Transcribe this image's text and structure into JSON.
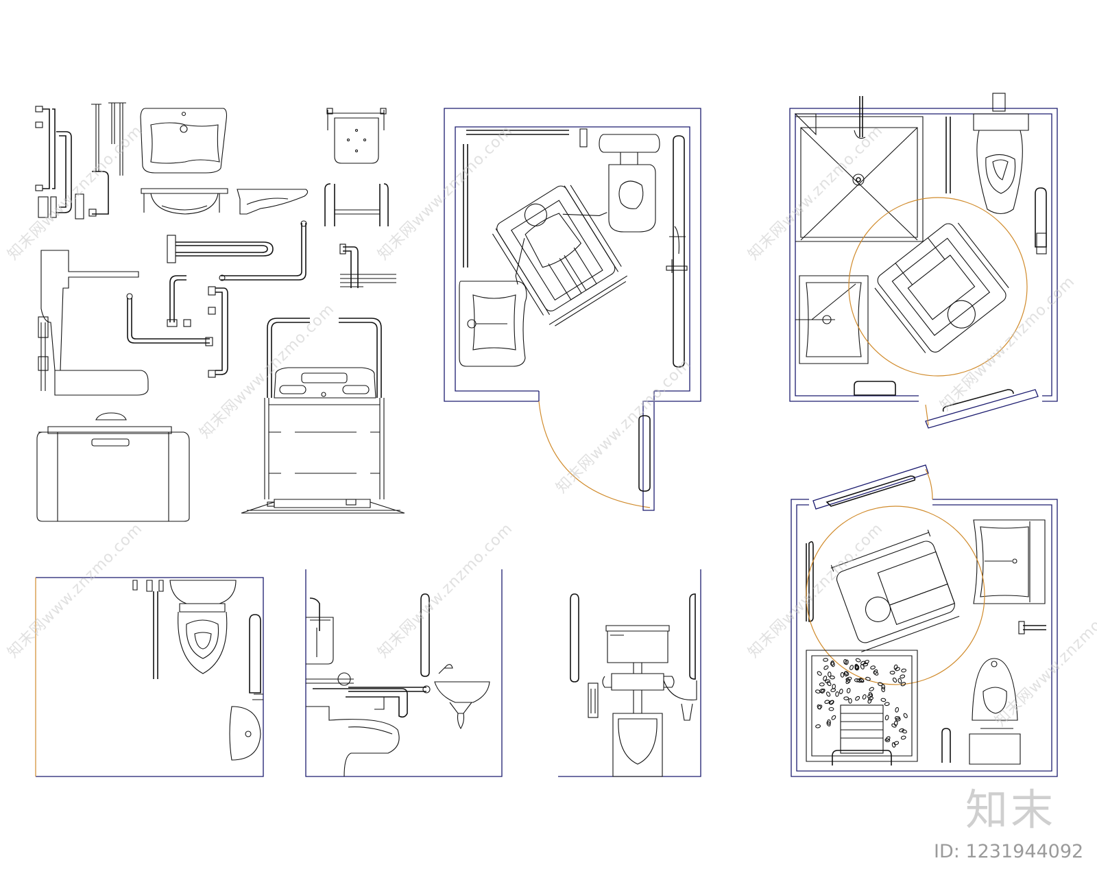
{
  "watermark": {
    "text": "知末网www.znzmo.com"
  },
  "branding": {
    "logo_text": "知末",
    "id_label": "ID: 1231944092"
  },
  "colors": {
    "line": "#111111",
    "wall": "#1a1a6e",
    "swing_arc": "#d08a2a",
    "watermark": "#c8c8c8"
  }
}
